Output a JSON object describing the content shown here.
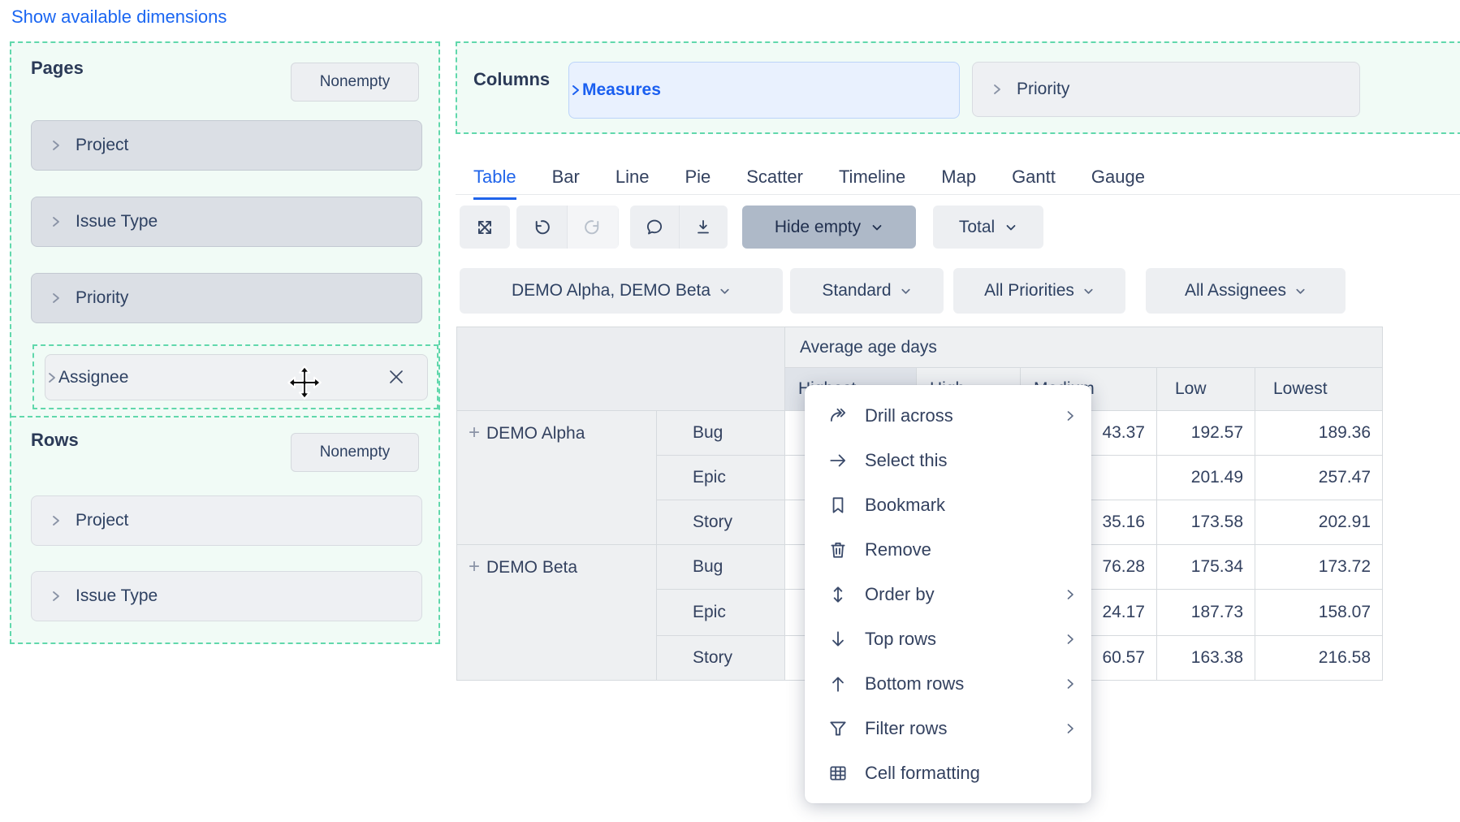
{
  "link_show_dimensions": "Show available dimensions",
  "pages": {
    "title": "Pages",
    "nonempty_label": "Nonempty",
    "items": [
      "Project",
      "Issue Type",
      "Priority"
    ],
    "drag_item": "Assignee"
  },
  "rows_panel": {
    "title": "Rows",
    "nonempty_label": "Nonempty",
    "items": [
      "Project",
      "Issue Type"
    ]
  },
  "columns_panel": {
    "title": "Columns",
    "measures_label": "Measures",
    "dimension": "Priority"
  },
  "tabs": [
    "Table",
    "Bar",
    "Line",
    "Pie",
    "Scatter",
    "Timeline",
    "Map",
    "Gantt",
    "Gauge"
  ],
  "active_tab": "Table",
  "toolbar": {
    "hide_empty_label": "Hide empty",
    "total_label": "Total"
  },
  "filters": [
    "DEMO Alpha, DEMO Beta",
    "Standard",
    "All Priorities",
    "All Assignees"
  ],
  "table": {
    "measure_header": "Average age days",
    "priority_columns": [
      "Highest",
      "High",
      "Medium",
      "Low",
      "Lowest"
    ],
    "selected_column": "Highest",
    "groups": [
      {
        "project": "DEMO Alpha",
        "rows": [
          {
            "type": "Bug",
            "values": [
              "",
              "",
              "43.37",
              "192.57",
              "189.36"
            ]
          },
          {
            "type": "Epic",
            "values": [
              "",
              "",
              "",
              "201.49",
              "257.47"
            ]
          },
          {
            "type": "Story",
            "values": [
              "",
              "",
              "35.16",
              "173.58",
              "202.91"
            ]
          }
        ]
      },
      {
        "project": "DEMO Beta",
        "rows": [
          {
            "type": "Bug",
            "values": [
              "",
              "",
              "76.28",
              "175.34",
              "173.72"
            ]
          },
          {
            "type": "Epic",
            "values": [
              "",
              "",
              "24.17",
              "187.73",
              "158.07"
            ]
          },
          {
            "type": "Story",
            "values": [
              "",
              "",
              "60.57",
              "163.38",
              "216.58"
            ]
          }
        ]
      }
    ]
  },
  "context_menu": {
    "items": [
      {
        "label": "Drill across",
        "icon": "drill-across-icon",
        "submenu": true
      },
      {
        "label": "Select this",
        "icon": "arrow-right-icon",
        "submenu": false
      },
      {
        "label": "Bookmark",
        "icon": "bookmark-icon",
        "submenu": false
      },
      {
        "label": "Remove",
        "icon": "trash-icon",
        "submenu": false
      },
      {
        "label": "Order by",
        "icon": "arrows-vertical-icon",
        "submenu": true
      },
      {
        "label": "Top rows",
        "icon": "arrow-down-icon",
        "submenu": true
      },
      {
        "label": "Bottom rows",
        "icon": "arrow-up-icon",
        "submenu": true
      },
      {
        "label": "Filter rows",
        "icon": "filter-icon",
        "submenu": true
      },
      {
        "label": "Cell formatting",
        "icon": "grid-icon",
        "submenu": false
      }
    ]
  },
  "colors": {
    "link_blue": "#1a66f2",
    "accent_blue": "#2064ea",
    "dark_text": "#33415f",
    "dashed_border": "#61d8ac",
    "mint_bg": "#f1fbf6",
    "selected_header_bg": "#dfe3e9",
    "hide_empty_bg": "#aeb9c8"
  }
}
